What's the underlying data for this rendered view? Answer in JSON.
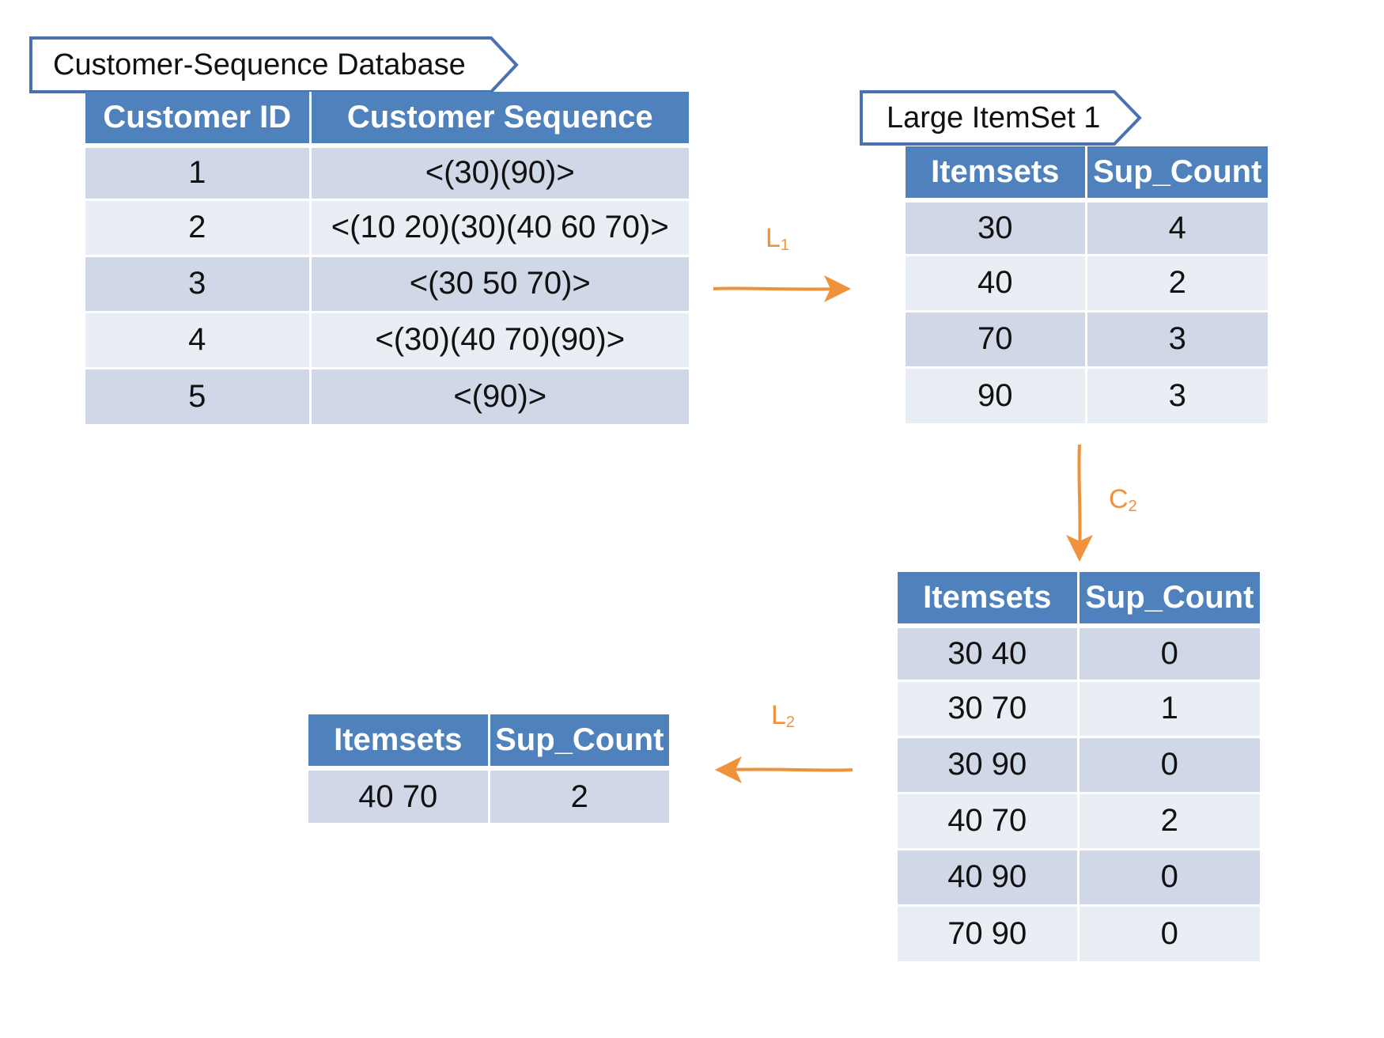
{
  "customer_db": {
    "tag": "Customer-Sequence Database",
    "headers": [
      "Customer ID",
      "Customer Sequence"
    ],
    "rows": [
      [
        "1",
        "<(30)(90)>"
      ],
      [
        "2",
        "<(10 20)(30)(40 60 70)>"
      ],
      [
        "3",
        "<(30 50 70)>"
      ],
      [
        "4",
        "<(30)(40 70)(90)>"
      ],
      [
        "5",
        "<(90)>"
      ]
    ]
  },
  "large_itemset_1": {
    "tag": "Large ItemSet 1",
    "headers": [
      "Itemsets",
      "Sup_Count"
    ],
    "rows": [
      [
        "30",
        "4"
      ],
      [
        "40",
        "2"
      ],
      [
        "70",
        "3"
      ],
      [
        "90",
        "3"
      ]
    ]
  },
  "candidate_2": {
    "headers": [
      "Itemsets",
      "Sup_Count"
    ],
    "rows": [
      [
        "30 40",
        "0"
      ],
      [
        "30 70",
        "1"
      ],
      [
        "30 90",
        "0"
      ],
      [
        "40 70",
        "2"
      ],
      [
        "40 90",
        "0"
      ],
      [
        "70 90",
        "0"
      ]
    ]
  },
  "large_itemset_2": {
    "headers": [
      "Itemsets",
      "Sup_Count"
    ],
    "rows": [
      [
        "40 70",
        "2"
      ]
    ]
  },
  "arrows": {
    "l1": {
      "main": "L",
      "sub": "1"
    },
    "c2": {
      "main": "C",
      "sub": "2"
    },
    "l2": {
      "main": "L",
      "sub": "2"
    }
  },
  "colors": {
    "header": "#4f81bd",
    "row_dark": "#d0d8e8",
    "row_light": "#e9edf4",
    "arrow": "#f0923c",
    "tag_border": "#4a72b0"
  }
}
